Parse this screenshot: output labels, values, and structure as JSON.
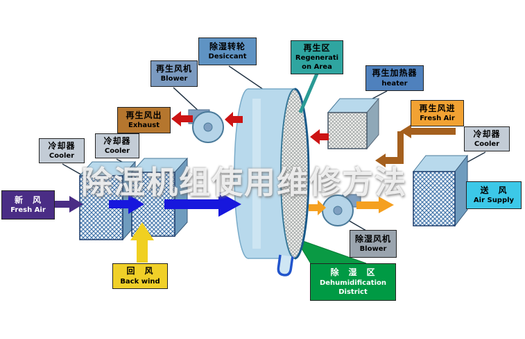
{
  "watermark": "除湿机组使用维修方法",
  "colors": {
    "process_air_blue": "#1717dd",
    "fresh_air_purple": "#4a2d85",
    "return_air_yellow": "#f0d020",
    "supply_air_orange": "#f5a020",
    "regen_hot_red": "#cc1414",
    "regen_in_brown": "#a5601e",
    "regen_area_teal": "#2fa5a0",
    "district_green": "#009a44",
    "wheel_blue": "#b8d9ec"
  },
  "labels": {
    "desiccant_wheel": {
      "zh": "除湿转轮",
      "en": "Desiccant"
    },
    "regeneration_area": {
      "zh": "再生区",
      "en": "Regenerati on Area"
    },
    "regen_blower": {
      "zh": "再生风机",
      "en": "Blower"
    },
    "regen_heater": {
      "zh": "再生加热器",
      "en": "heater"
    },
    "regen_exhaust": {
      "zh": "再生风出",
      "en": "Exhaust"
    },
    "regen_fresh_air": {
      "zh": "再生风进",
      "en": "Fresh Air"
    },
    "cooler_left": {
      "zh": "冷却器",
      "en": "Cooler"
    },
    "cooler_middle": {
      "zh": "冷却器",
      "en": "Cooler"
    },
    "cooler_right": {
      "zh": "冷却器",
      "en": "Cooler"
    },
    "fresh_air_inlet": {
      "zh": "新　风",
      "en": "Fresh Air"
    },
    "air_supply": {
      "zh": "送　风",
      "en": "Air Supply"
    },
    "return_air": {
      "zh": "回　风",
      "en": "Back wind"
    },
    "dehumid_blower": {
      "zh": "除湿风机",
      "en": "Blower"
    },
    "dehumid_district": {
      "zh": "除　湿　区",
      "en": "Dehumidification District"
    }
  }
}
